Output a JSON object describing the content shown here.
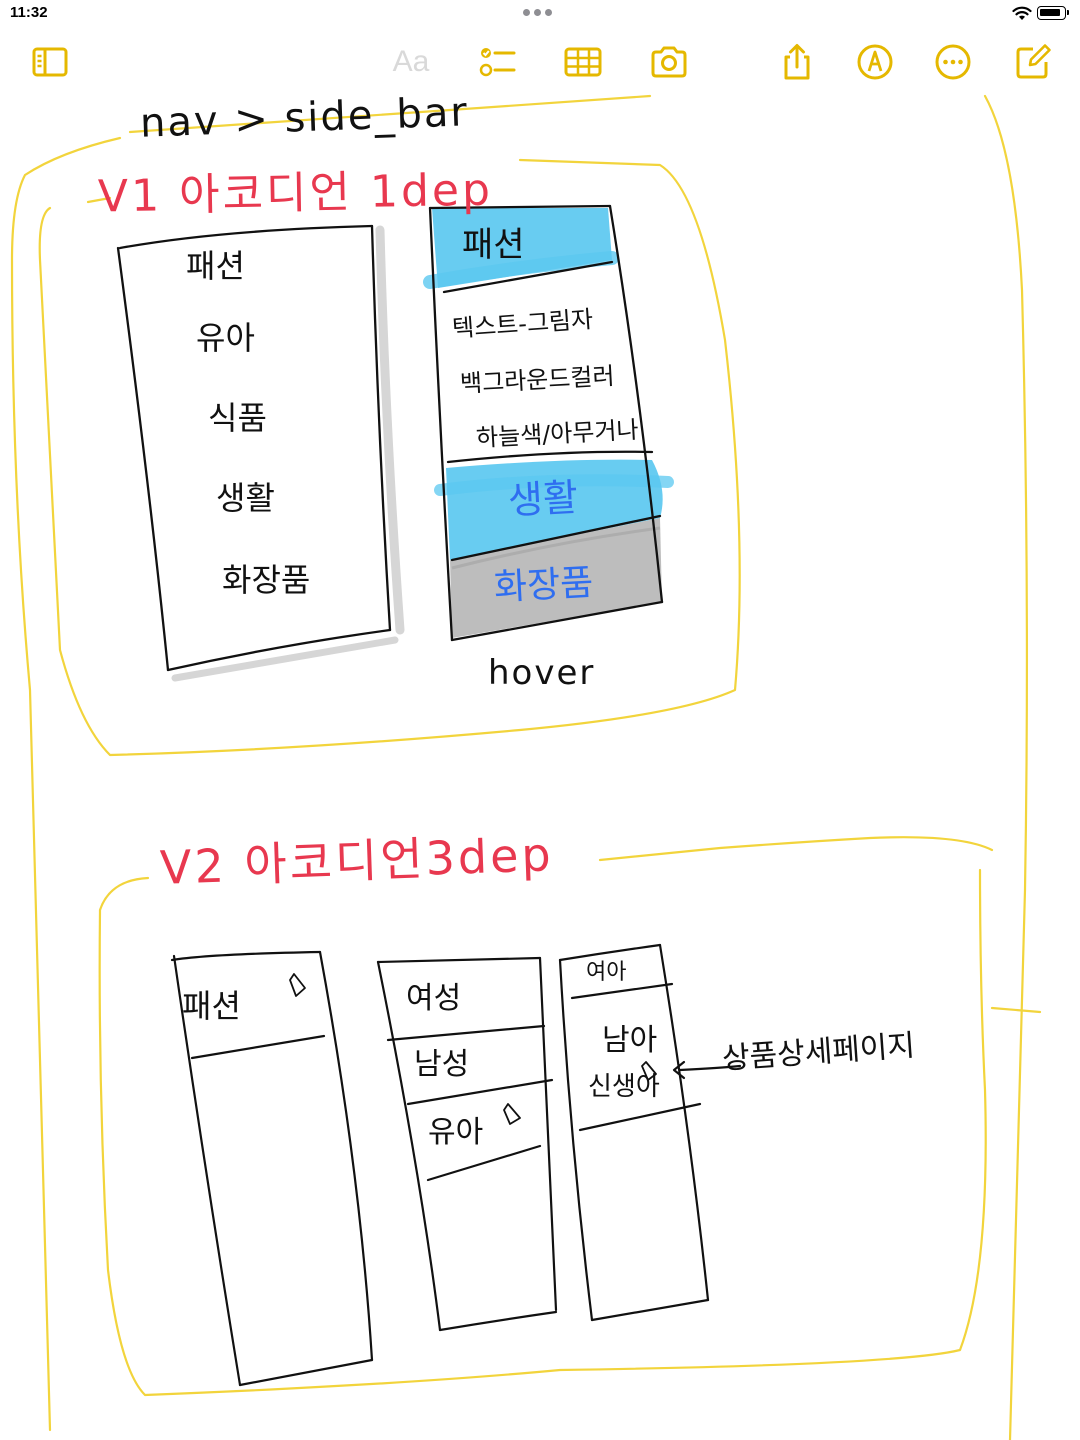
{
  "status_bar": {
    "time": "11:32"
  },
  "toolbar": {
    "format_label": "Aa",
    "icons": [
      "sidebar-icon",
      "checklist-icon",
      "table-icon",
      "camera-icon",
      "share-icon",
      "markup-icon",
      "more-icon",
      "compose-icon"
    ]
  },
  "colors": {
    "accent": "#e5b800",
    "ink": "#111111",
    "red_ink": "#e8384f",
    "blue_ink": "#2f6ef0",
    "cyan_highlight": "#5bc8f0",
    "gray_highlight": "#b8b8b8",
    "frame_yellow": "#f2d43c"
  },
  "note": {
    "heading": "nav > side_bar",
    "v1": {
      "title": "V1 아코디언 1dep",
      "left_menu": [
        "패션",
        "유아",
        "식품",
        "생활",
        "화장품"
      ],
      "right_menu": {
        "active_item": "패션",
        "description": [
          "텍스트-그림자",
          "백그라운드컬러",
          "하늘색/아무거나"
        ],
        "highlight_item": "생활",
        "hover_item": "화장품",
        "caption": "hover"
      }
    },
    "v2": {
      "title": "V2 아코디언3dep",
      "col1": [
        "패션"
      ],
      "col2": [
        "여성",
        "남성",
        "유아"
      ],
      "col3": [
        "여아",
        "남아",
        "신생아"
      ],
      "annotation": "상품상세페이지"
    }
  }
}
